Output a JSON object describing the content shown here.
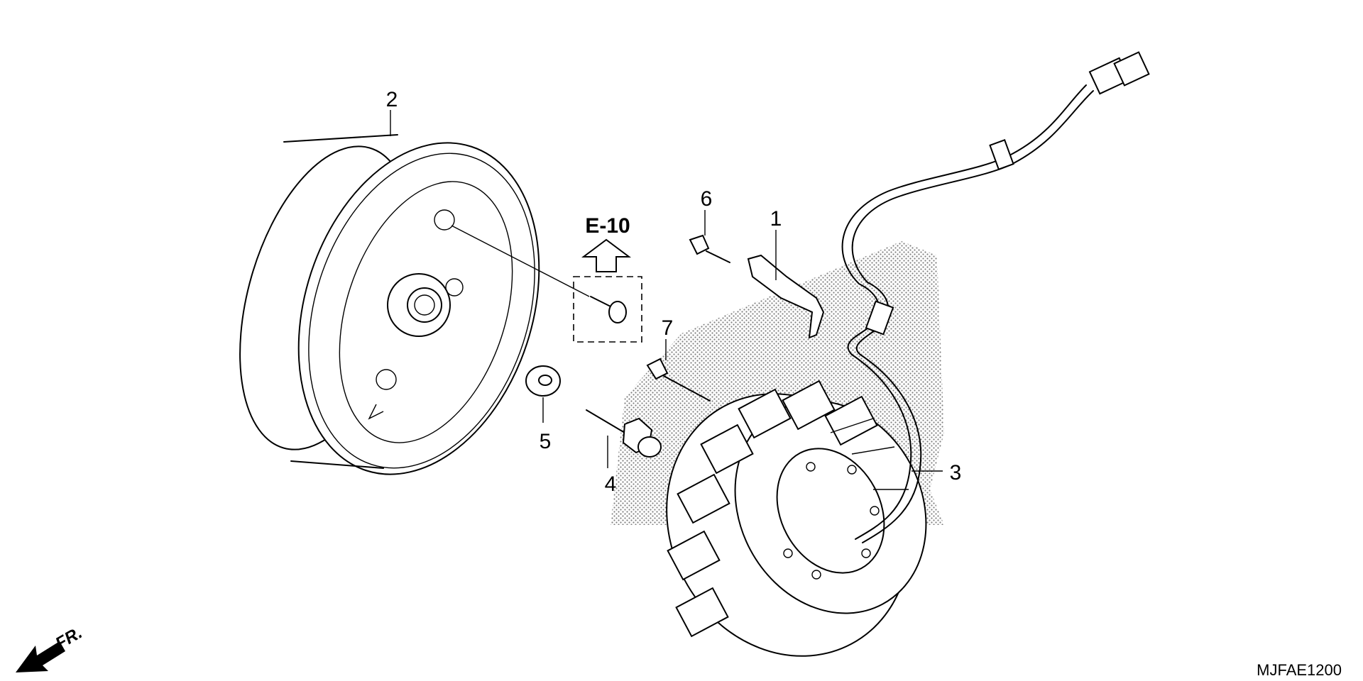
{
  "diagram": {
    "parts": [
      {
        "id": "part-1",
        "label": "1"
      },
      {
        "id": "part-2",
        "label": "2"
      },
      {
        "id": "part-3",
        "label": "3"
      },
      {
        "id": "part-4",
        "label": "4"
      },
      {
        "id": "part-5",
        "label": "5"
      },
      {
        "id": "part-6",
        "label": "6"
      },
      {
        "id": "part-7",
        "label": "7"
      }
    ],
    "reference": "E-10",
    "direction_label": "FR.",
    "diagram_code": "MJFAE1200"
  }
}
